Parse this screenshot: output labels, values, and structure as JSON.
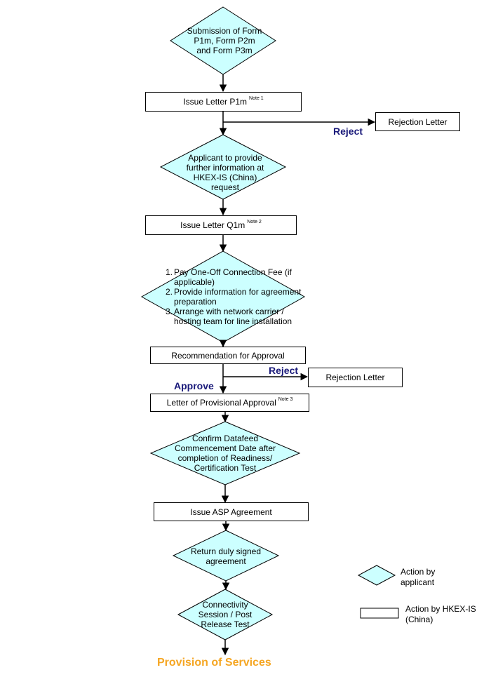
{
  "steps": {
    "submission": "Submission of Form P1m, Form P2m and Form P3m",
    "issue_p1m": "Issue Letter P1m",
    "issue_p1m_note": "Note 1",
    "reject1_label": "Reject",
    "rejection1": "Rejection Letter",
    "further_info": "Applicant to provide further information at HKEX-IS (China) request",
    "issue_q1m": "Issue Letter Q1m",
    "issue_q1m_note": "Note 2",
    "pay_items": [
      {
        "num": "1.",
        "text": "Pay One-Off Connection Fee (if applicable)"
      },
      {
        "num": "2.",
        "text": "Provide information for agreement preparation"
      },
      {
        "num": "3.",
        "text": "Arrange with network carrier / hosting team for line installation"
      }
    ],
    "recommendation": "Recommendation for Approval",
    "reject2_label": "Reject",
    "rejection2": "Rejection Letter",
    "approve_label": "Approve",
    "provisional": "Letter of Provisional Approval",
    "provisional_note": "Note 3",
    "confirm": "Confirm Datafeed Commencement Date after completion of Readiness/ Certification Test",
    "issue_asp": "Issue ASP Agreement",
    "return_signed": "Return duly signed agreement",
    "connectivity": "Connectivity Session / Post Release Test",
    "provision": "Provision of Services"
  },
  "legend": {
    "applicant": "Action by applicant",
    "hkex": "Action by HKEX-IS (China)"
  },
  "colors": {
    "diamond_fill": "#ccffff",
    "reject_text": "#1a1a7a",
    "provision_text": "#f5a623"
  }
}
